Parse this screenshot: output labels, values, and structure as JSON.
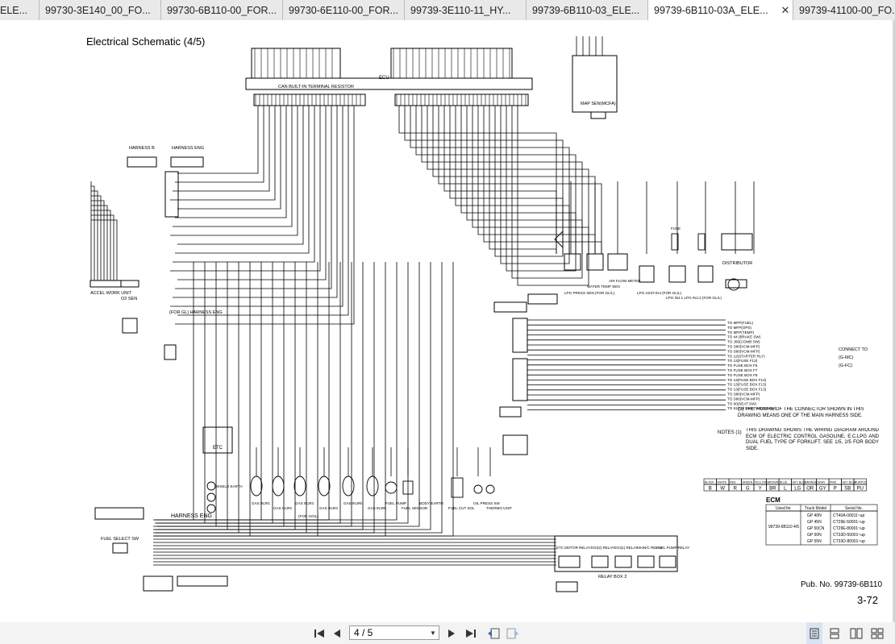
{
  "tabs": [
    {
      "label": "ELE...",
      "active": false
    },
    {
      "label": "99730-3E140_00_FO...",
      "active": false
    },
    {
      "label": "99730-6B110-00_FOR...",
      "active": false
    },
    {
      "label": "99730-6E110-00_FOR...",
      "active": false
    },
    {
      "label": "99739-3E110-11_HY...",
      "active": false
    },
    {
      "label": "99739-6B110-03_ELE...",
      "active": false
    },
    {
      "label": "99739-6B110-03A_ELE...",
      "active": true,
      "close_icon": "close-icon"
    },
    {
      "label": "99739-41100-00_FO...",
      "active": false
    }
  ],
  "document": {
    "title": "Electrical Schematic (4/5)",
    "pub_number": "Pub. No. 99739-6B110",
    "page_label": "3-72",
    "labels": {
      "ecu": "ECU",
      "can_resistor": "CAN BUILT-IN TERMINAL RESISTOR",
      "map_sen": "MAP SEN(MCFA)",
      "harness_b": "HARNESS B",
      "harness_eng": "HARNESS ENG",
      "accel_work_unit": "ACCEL WORK UNIT",
      "o2_sen": "O2 SEN",
      "for_gl_harness_eng": "(FOR GL) HARNESS ENG",
      "etc": "ETC",
      "shield_earth": "SHIELD EARTH",
      "harness_eng_bottom": "HARNESS ENG",
      "fuel_select_sw": "FUEL SELECT SW",
      "lpg_press_sen": "LPG PRESS SEN (FOR GL/L)",
      "water_temp_sen": "WATER TEMP SEN",
      "air_flow_meter": "AIR FLOW METER",
      "lpg_asst_inj": "LPG ASST.INJ (FOR GL/L)",
      "lpg_inj": "LPG INJ.1  LPG INJ.2 (FOR GL/L)",
      "distributor": "DISTRIBUTOR",
      "fuse": "FUSE",
      "connect_to": "CONNECT TO",
      "gmc": "(G-MC)",
      "gfc": "(G-FC)",
      "relay_box": "RELAY BOX 2",
      "relays": [
        "ETC MOTOR RELAY",
        "EGI(2) RELAY",
        "EGI(1) RELAY",
        "MAIN/C RELAY",
        "FUEL PUMP RELAY"
      ],
      "bottom_components": [
        "GAS INJ#1",
        "GAS INJ#2",
        "GAS INJ#3",
        "GAS INJ#4",
        "GAS INJ#5",
        "GAS INJ#6",
        "FUEL PUMP",
        "FUEL SENSOR",
        "BODY EARTH",
        "FUEL CUT SOL",
        "OIL PRESS SW",
        "THERMO UNIT"
      ],
      "for_gl": "(FOR G/GL)"
    },
    "connect_to_lines": [
      "TO MFP(FUEL)",
      "TO MFP(OPS)",
      "TO MFP(TEMP)",
      "TO 44 (BRAKE SW)",
      "TO J06(COMB SW)",
      "TO S80(VCM-MFP)",
      "TO S80(VCM-MFP)",
      "TO 12(STARTER RLY)",
      "TO 13(FUSE F13)",
      "TO FUSE BOX F6",
      "TO FUSE BOX F7",
      "TO FUSE BOX F8",
      "TO 13(FUSE BOX F13)",
      "TO 13(FUSE BOX F13)",
      "TO 13(FUSE BOX F13)",
      "TO S80(VCM-MFP)",
      "TO S80(VCM-MFP)",
      "TO 60(SEAT SW)",
      "TO 61(TM SHIFT MODE SW)"
    ],
    "notes": {
      "note2": "(2) THE FIGURE OF THE CONNECTOR SHOWN IN THIS DRAWING MEANS ONE OF THE MAIN HARNESS SIDE.",
      "notes_label": "NOTES (1)",
      "note1": "THIS DRAWING SHOWS THE WIRING DIAGRAM AROUND ECM OF ELECTRIC CONTROL GASOLINE, E.C.LPG AND DUAL FUEL TYPE OF FORKLIFT. SEE 1/5, 2/5 FOR BODY SIDE."
    },
    "color_codes": {
      "names": [
        "BLACK",
        "WHITE",
        "RED",
        "GREEN",
        "YELLOW",
        "BROWN",
        "BLUE",
        "SKY BLUE",
        "ORANGE",
        "GRAY",
        "PINK",
        "SKY BLUE",
        "PURPLE"
      ],
      "codes": [
        "B",
        "W",
        "R",
        "G",
        "Y",
        "BR",
        "L",
        "LG",
        "OR",
        "GY",
        "P",
        "SB",
        "PU"
      ]
    },
    "ecm_table": {
      "title": "ECM",
      "headers": [
        "Used for",
        "Truck Model",
        "Serial No."
      ],
      "used_for": "99739-6B110 4/5",
      "rows": [
        {
          "model": "GP 40N",
          "serial": "CT40A-00011~up"
        },
        {
          "model": "GP 45N",
          "serial": "CT29E-50001~up"
        },
        {
          "model": "GP 50CN",
          "serial": "CT29E-80001~up"
        },
        {
          "model": "GP 50N",
          "serial": "CT33D-50001~up"
        },
        {
          "model": "GP 55N",
          "serial": "CT33D-80001~up"
        }
      ]
    }
  },
  "toolbar": {
    "page_value": "4 / 5",
    "buttons": [
      "first-page-icon",
      "prev-page-icon",
      "next-page-icon",
      "last-page-icon",
      "go-back-icon",
      "go-forward-icon",
      "single-page-view-icon",
      "continuous-view-icon",
      "two-page-view-icon",
      "two-page-continuous-view-icon"
    ]
  }
}
